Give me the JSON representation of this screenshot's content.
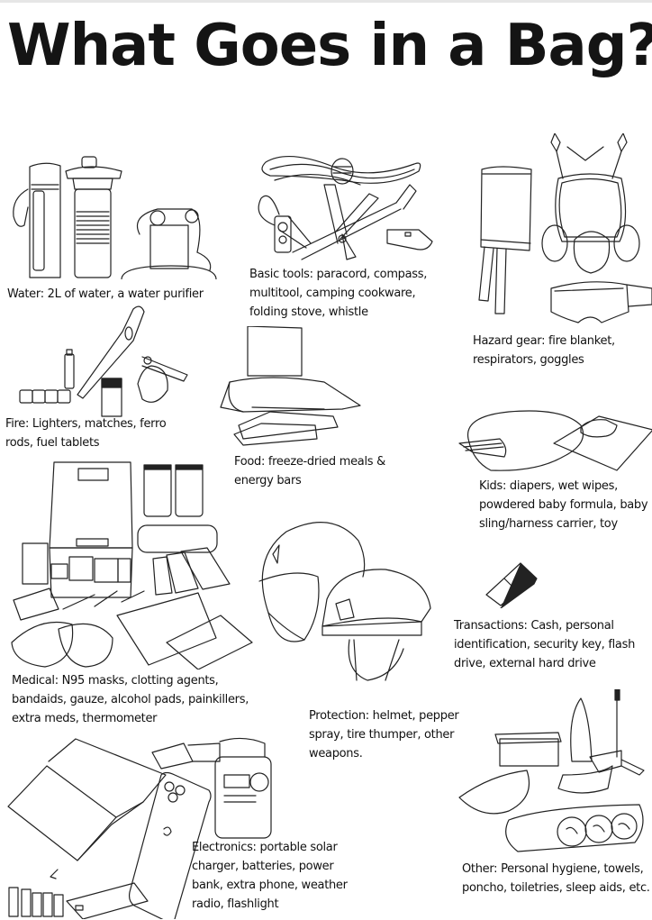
{
  "title": "What Goes in a Bag?",
  "categories": [
    {
      "id": "water",
      "text": "Water: 2L of water, a water purifier",
      "icon": "water-bottles-purifier-icon"
    },
    {
      "id": "basic-tools",
      "text": "Basic tools: paracord, compass, multitool, camping cookware, folding stove, whistle",
      "icon": "paracord-multitool-whistle-icon"
    },
    {
      "id": "hazard-gear",
      "text": "Hazard gear: fire blanket, respirators, goggles",
      "icon": "respirator-goggles-icon"
    },
    {
      "id": "fire",
      "text": "Fire: Lighters, matches, ferro rods, fuel tablets",
      "icon": "lighter-matches-icon"
    },
    {
      "id": "food",
      "text": "Food: freeze-dried meals & energy bars",
      "icon": "food-pouch-icon"
    },
    {
      "id": "kids",
      "text": "Kids: diapers, wet wipes, powdered baby formula, baby sling/harness carrier, toy",
      "icon": "diaper-wipes-icon"
    },
    {
      "id": "transactions",
      "text": "Transactions: Cash, personal identification, security key, flash drive, external hard drive",
      "icon": "wallet-cash-icon"
    },
    {
      "id": "medical",
      "text": "Medical: N95 masks, clotting agents, bandaids, gauze, alcohol pads, painkillers, extra meds, thermometer",
      "icon": "first-aid-kit-icon"
    },
    {
      "id": "protection",
      "text": "Protection: helmet, pepper spray, tire thumper, other weapons.",
      "icon": "helmet-icon"
    },
    {
      "id": "electronics",
      "text": "Electronics: portable solar charger, batteries, power bank, extra phone, weather radio, flashlight",
      "icon": "solar-phone-radio-icon"
    },
    {
      "id": "other",
      "text": "Other: Personal hygiene, towels, poncho, toiletries, sleep aids, etc.",
      "icon": "towels-toiletries-icon"
    }
  ]
}
